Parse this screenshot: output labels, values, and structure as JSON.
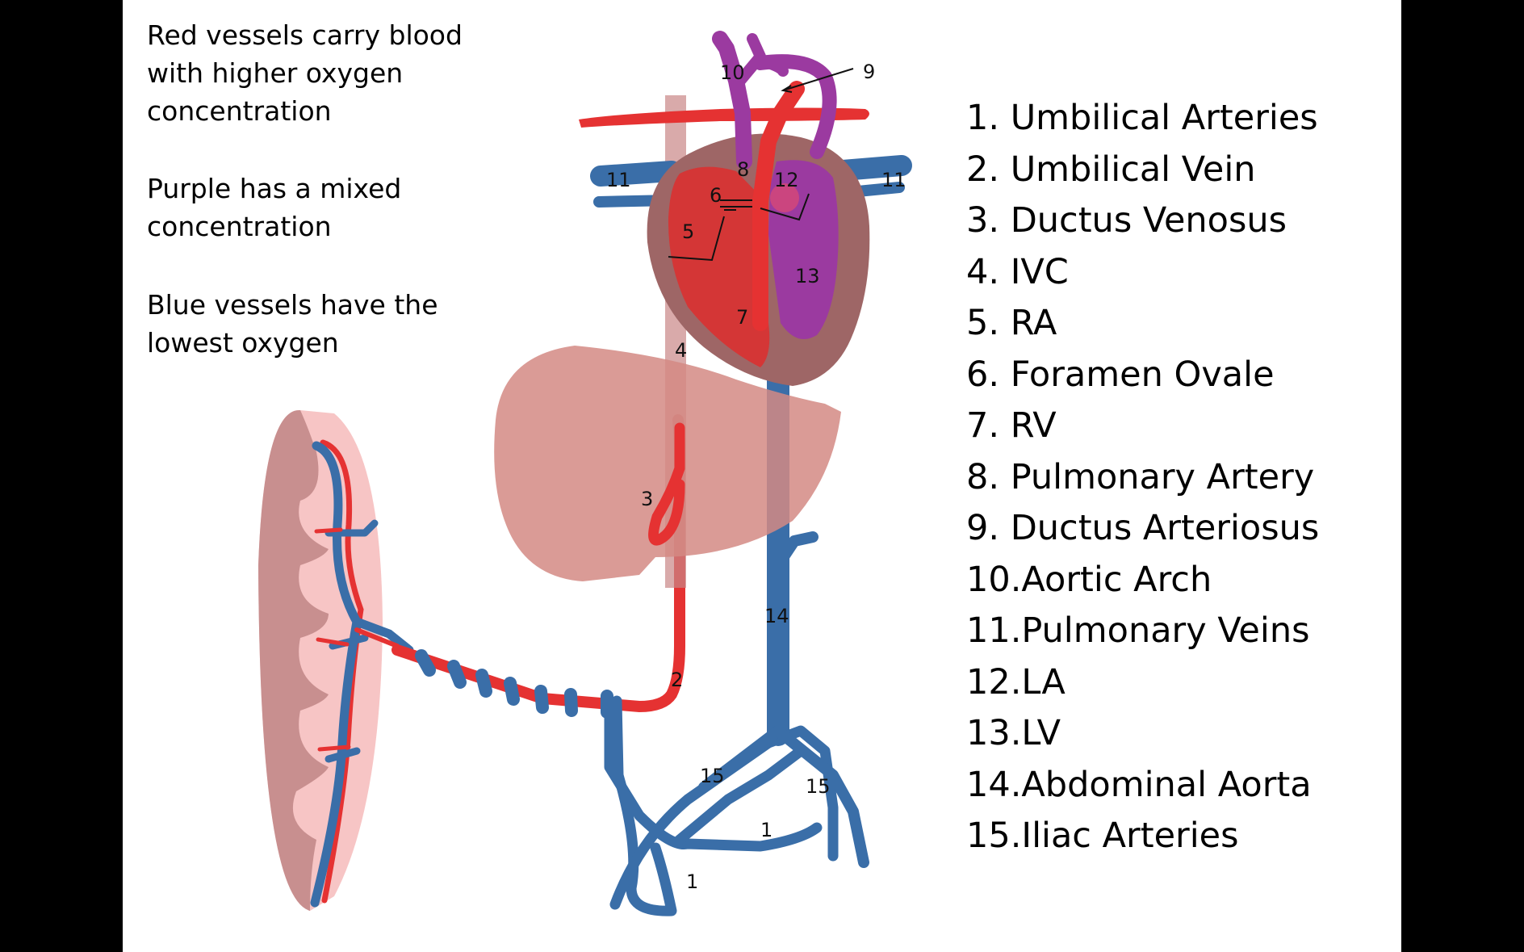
{
  "notes": {
    "red": [
      "Red vessels carry blood",
      "with higher oxygen",
      "concentration"
    ],
    "purple": [
      "Purple has a mixed",
      "concentration"
    ],
    "blue": [
      "Blue vessels have the",
      "lowest oxygen"
    ]
  },
  "legend": [
    "1.  Umbilical Arteries",
    "2.  Umbilical Vein",
    "3.  Ductus Venosus",
    "4.  IVC",
    "5.  RA",
    "6.  Foramen Ovale",
    "7.  RV",
    "8.  Pulmonary Artery",
    "9.  Ductus Arteriosus",
    "10.Aortic Arch",
    "11.Pulmonary Veins",
    "12.LA",
    "13.LV",
    "14.Abdominal Aorta",
    "15.Iliac Arteries"
  ],
  "labels": {
    "n1": "1",
    "n2": "2",
    "n3": "3",
    "n4": "4",
    "n5": "5",
    "n6": "6",
    "n7": "7",
    "n8": "8",
    "n9": "9",
    "n10": "10",
    "n11": "11",
    "n12": "12",
    "n13": "13",
    "n14": "14",
    "n15": "15"
  },
  "colors": {
    "oxygenated": "#e53232",
    "mixed": "#9b3aa0",
    "deoxygenated": "#3a6ea8",
    "heart_wall": "#9e6666",
    "liver": "#d48a84",
    "placenta": "#f7c5c5"
  }
}
